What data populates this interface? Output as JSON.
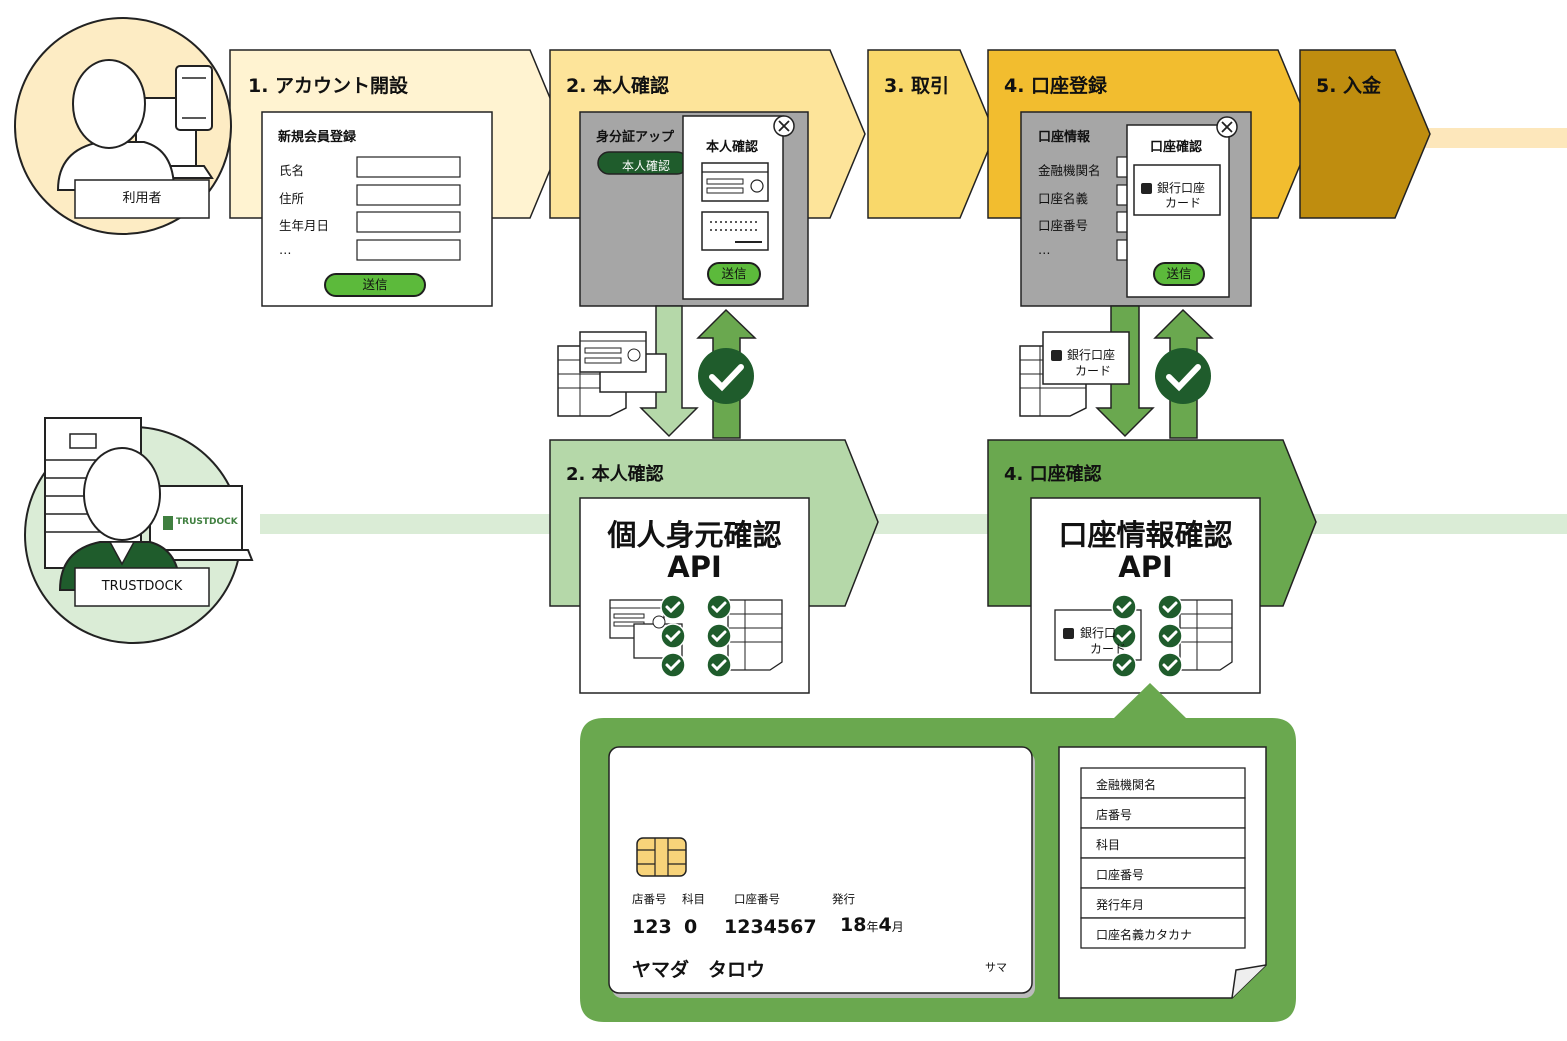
{
  "actors": {
    "user_label": "利用者",
    "trustdock_label": "TRUSTDOCK",
    "trustdock_logo": "TRUSTDOCK"
  },
  "stages": {
    "s1": "1. アカウント開設",
    "s2": "2. 本人確認",
    "s3": "3. 取引",
    "s4": "4. 口座登録",
    "s5": "5. 入金"
  },
  "signup_form": {
    "title": "新規会員登録",
    "fields": [
      "氏名",
      "住所",
      "生年月日",
      "…"
    ],
    "submit": "送信"
  },
  "id_app": {
    "title": "身分証アップ",
    "pill": "本人確認",
    "modal_title": "本人確認",
    "submit": "送信"
  },
  "account_form": {
    "title": "口座情報",
    "fields": [
      "金融機関名",
      "口座名義",
      "口座番号",
      "…"
    ],
    "modal_title": "口座確認",
    "card_line1": "銀行口座",
    "card_line2": "カード",
    "submit": "送信"
  },
  "bank_card_note": {
    "line1": "銀行口座",
    "line2": "カード"
  },
  "trustdock": {
    "s2_title": "2. 本人確認",
    "s4_title": "4. 口座確認",
    "api1_line1": "個人身元確認",
    "api1_line2": "API",
    "api2_line1": "口座情報確認",
    "api2_line2": "API",
    "api2_card_line1": "銀行口",
    "api2_card_line2": "カード"
  },
  "detail": {
    "card_labels": {
      "branch": "店番号",
      "type": "科目",
      "number": "口座番号",
      "issued": "発行"
    },
    "card_values": {
      "branch": "123",
      "type": "0",
      "number": "1234567",
      "issued_year": "18",
      "year_unit": "年",
      "issued_month": "4",
      "month_unit": "月"
    },
    "holder": "ヤマダ　タロウ",
    "honorific": "サマ",
    "doc_rows": [
      "金融機関名",
      "店番号",
      "科目",
      "口座番号",
      "発行年月",
      "口座名義カタカナ"
    ]
  },
  "colors": {
    "stage1": "#fff3d1",
    "stage2": "#fde49a",
    "stage3": "#f9d86a",
    "stage4": "#f2bd2f",
    "stage5": "#bf8d0f",
    "user_circle": "#fdecc4",
    "trustdock_circle": "#daecd6",
    "green_light": "#b5d8a9",
    "green_mid": "#6aa84f",
    "green_dark": "#1f5c2c",
    "button_green": "#5cba3b",
    "gray_panel": "#a6a6a6"
  }
}
